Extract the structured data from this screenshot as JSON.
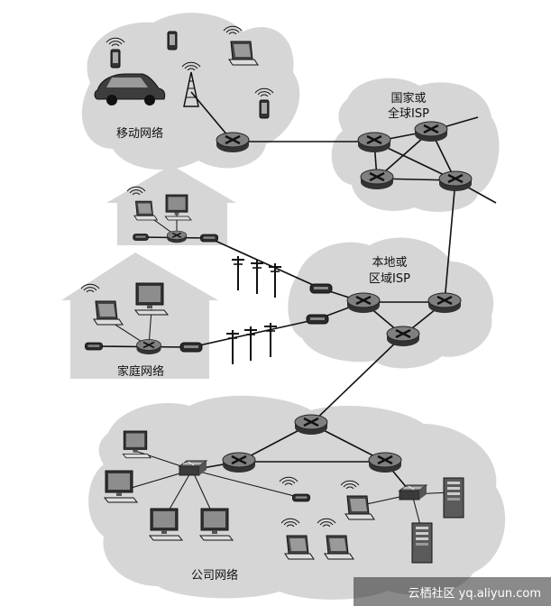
{
  "labels": {
    "mobile": "移动网络",
    "global_isp_line1": "国家或",
    "global_isp_line2": "全球ISP",
    "local_isp_line1": "本地或",
    "local_isp_line2": "区域ISP",
    "home": "家庭网络",
    "enterprise": "公司网络"
  },
  "watermark": "云栖社区 yq.aliyun.com",
  "colors": {
    "cloud": "#d6d6d6",
    "router_top": "#7a7a7a",
    "router_side": "#3a3a3a",
    "line": "#111111"
  },
  "icons": [
    "router-icon",
    "switch-icon",
    "modem-icon",
    "laptop-icon",
    "desktop-icon",
    "phone-icon",
    "cell-tower-icon",
    "car-icon",
    "server-icon",
    "utility-pole-icon",
    "wifi-icon"
  ]
}
